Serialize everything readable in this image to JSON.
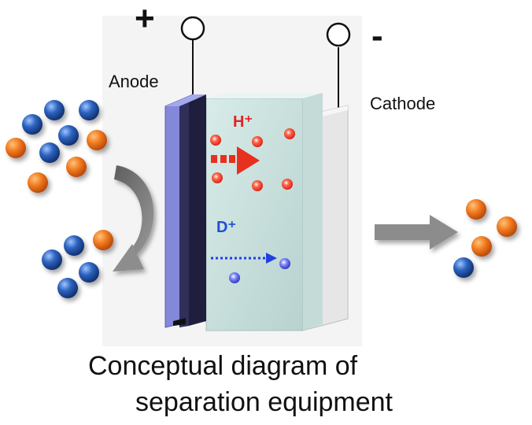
{
  "labels": {
    "plus": "+",
    "minus": "-",
    "anode": "Anode",
    "cathode": "Cathode",
    "proton": "H⁺",
    "deuteron": "D⁺"
  },
  "caption": {
    "line1": "Conceptual diagram of",
    "line2": "separation equipment"
  },
  "colors": {
    "anode_membrane": "#7b7fd0",
    "proton_membrane": "#1c1c3a",
    "chamber": "#cfe4e1",
    "cathode_plate": "#e2e2e2",
    "proton": "#e83a2b",
    "deuteron": "#3b4fd6",
    "blue_particle": "#2a5fb8",
    "orange_particle": "#f07a1e",
    "arrow": "#808080"
  },
  "icons": [
    "terminal-circle-icon",
    "particle-sphere-icon",
    "flow-arrow-icon"
  ]
}
